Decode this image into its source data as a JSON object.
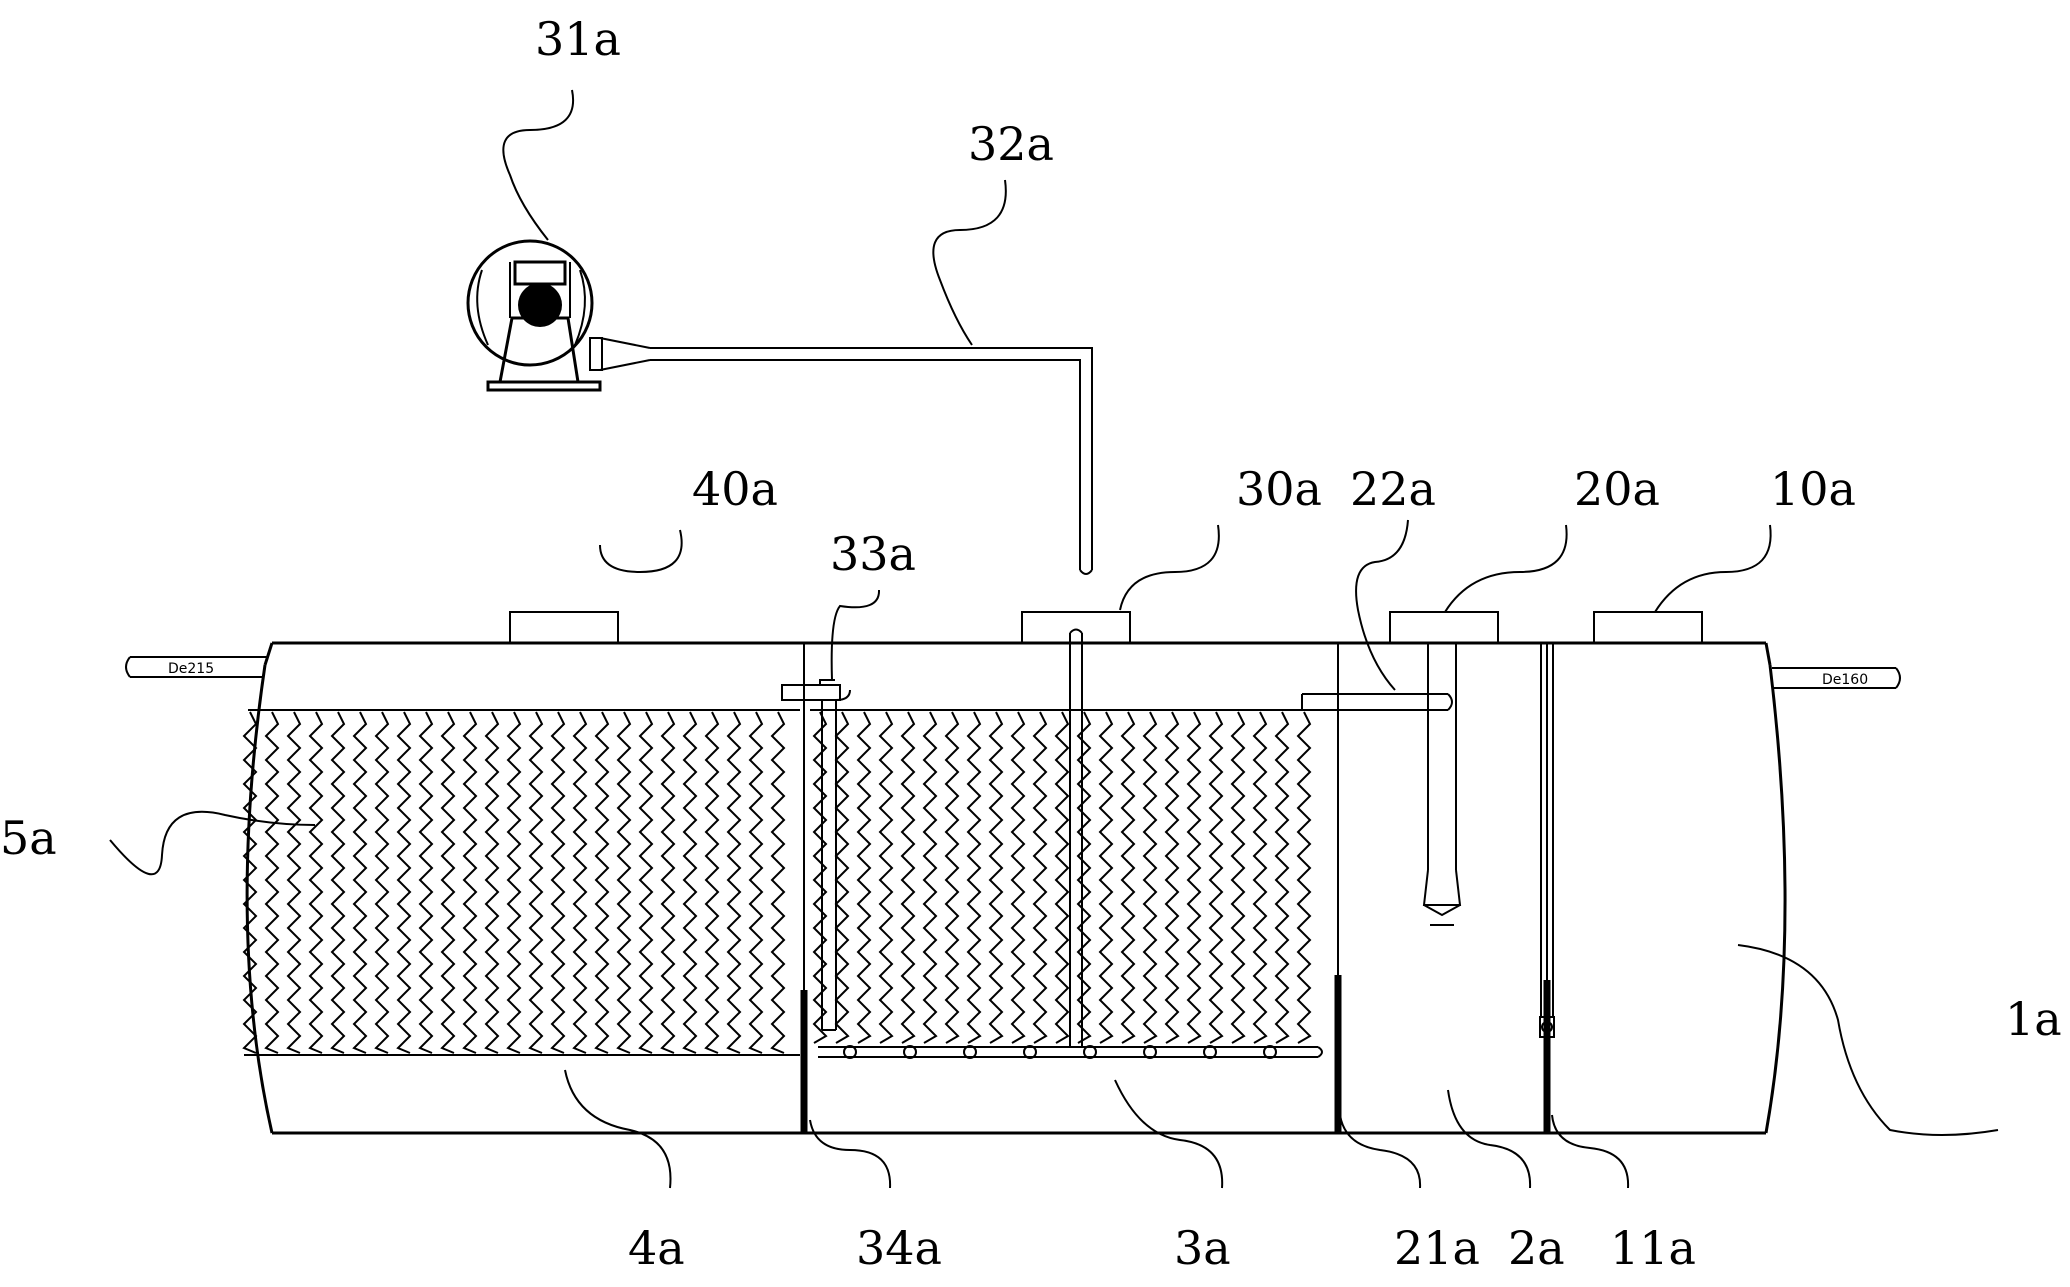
{
  "labels": {
    "l31a": "31a",
    "l32a": "32a",
    "l40a": "40a",
    "l33a": "33a",
    "l30a": "30a",
    "l22a": "22a",
    "l20a": "20a",
    "l10a": "10a",
    "l5a": "5a",
    "l1a": "1a",
    "l4a": "4a",
    "l34a": "34a",
    "l3a": "3a",
    "l21a": "21a",
    "l2a": "2a",
    "l11a": "11a"
  },
  "pipe_marks": {
    "outlet": "De215",
    "inlet": "De160"
  }
}
